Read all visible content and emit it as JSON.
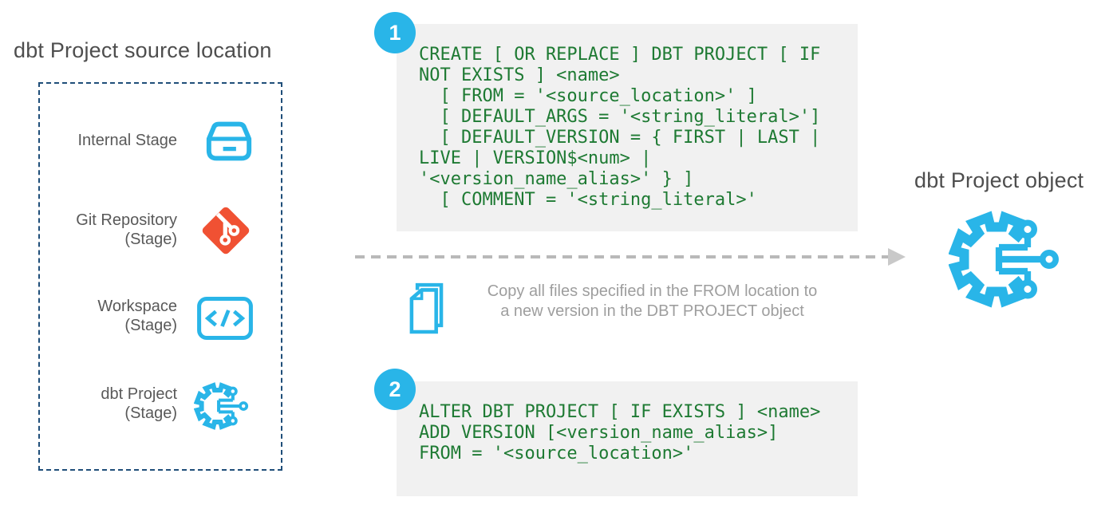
{
  "left_panel": {
    "title": "dbt Project source location",
    "items": [
      {
        "line1": "Internal Stage",
        "line2": "",
        "icon": "internal-stage-icon"
      },
      {
        "line1": "Git Repository",
        "line2": "(Stage)",
        "icon": "git-repository-icon"
      },
      {
        "line1": "Workspace",
        "line2": "(Stage)",
        "icon": "workspace-code-icon"
      },
      {
        "line1": "dbt Project",
        "line2": "(Stage)",
        "icon": "dbt-project-gear-icon"
      }
    ]
  },
  "steps": [
    {
      "number": "1",
      "code": "CREATE [ OR REPLACE ] DBT PROJECT [ IF\nNOT EXISTS ] <name>\n  [ FROM = '<source_location>' ]\n  [ DEFAULT_ARGS = '<string_literal>']\n  [ DEFAULT_VERSION = { FIRST | LAST |\nLIVE | VERSION$<num> |\n'<version_name_alias>' } ]\n  [ COMMENT = '<string_literal>'"
    },
    {
      "number": "2",
      "code": "ALTER DBT PROJECT [ IF EXISTS ] <name>\nADD VERSION [<version_name_alias>]\nFROM = '<source_location>'"
    }
  ],
  "flow": {
    "note_line1": "Copy all files specified in the FROM location to",
    "note_line2": "a new version in the DBT PROJECT object",
    "note_icon": "copy-files-icon",
    "arrow_icon": "dashed-arrow-right"
  },
  "right_panel": {
    "title": "dbt Project object",
    "icon": "dbt-project-gear-icon"
  },
  "colors": {
    "accent_blue": "#29B5E8",
    "git_orange": "#F05133",
    "code_green": "#1E7A33",
    "code_background": "#F1F1F1",
    "dashed_border_navy": "#1F4E79",
    "label_gray": "#595959",
    "title_gray": "#4E4E4E",
    "note_gray": "#9E9E9E",
    "arrow_gray": "#B9B9B9"
  }
}
